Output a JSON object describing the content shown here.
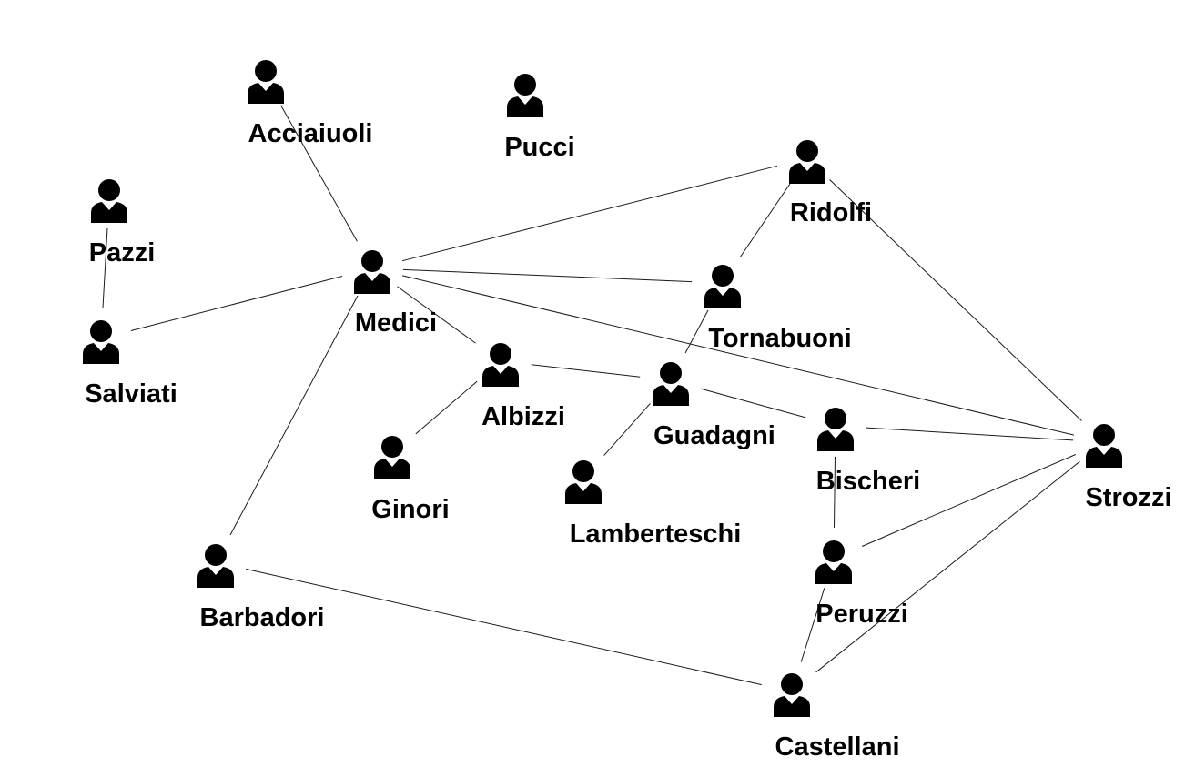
{
  "diagram": {
    "icon": "person-icon",
    "nodes": [
      {
        "id": "acciaiuoli",
        "label": "Acciaiuoli"
      },
      {
        "id": "pucci",
        "label": "Pucci"
      },
      {
        "id": "ridolfi",
        "label": "Ridolfi"
      },
      {
        "id": "pazzi",
        "label": "Pazzi"
      },
      {
        "id": "medici",
        "label": "Medici"
      },
      {
        "id": "tornabuoni",
        "label": "Tornabuoni"
      },
      {
        "id": "salviati",
        "label": "Salviati"
      },
      {
        "id": "albizzi",
        "label": "Albizzi"
      },
      {
        "id": "guadagni",
        "label": "Guadagni"
      },
      {
        "id": "bischeri",
        "label": "Bischeri"
      },
      {
        "id": "strozzi",
        "label": "Strozzi"
      },
      {
        "id": "ginori",
        "label": "Ginori"
      },
      {
        "id": "lamberteschi",
        "label": "Lamberteschi"
      },
      {
        "id": "barbadori",
        "label": "Barbadori"
      },
      {
        "id": "peruzzi",
        "label": "Peruzzi"
      },
      {
        "id": "castellani",
        "label": "Castellani"
      }
    ],
    "edges": [
      {
        "from": "acciaiuoli",
        "to": "medici"
      },
      {
        "from": "pazzi",
        "to": "salviati"
      },
      {
        "from": "salviati",
        "to": "medici"
      },
      {
        "from": "medici",
        "to": "ridolfi"
      },
      {
        "from": "medici",
        "to": "tornabuoni"
      },
      {
        "from": "medici",
        "to": "strozzi"
      },
      {
        "from": "medici",
        "to": "albizzi"
      },
      {
        "from": "medici",
        "to": "barbadori"
      },
      {
        "from": "ridolfi",
        "to": "tornabuoni"
      },
      {
        "from": "ridolfi",
        "to": "strozzi"
      },
      {
        "from": "tornabuoni",
        "to": "guadagni"
      },
      {
        "from": "albizzi",
        "to": "guadagni"
      },
      {
        "from": "albizzi",
        "to": "ginori"
      },
      {
        "from": "guadagni",
        "to": "bischeri"
      },
      {
        "from": "guadagni",
        "to": "lamberteschi"
      },
      {
        "from": "bischeri",
        "to": "strozzi"
      },
      {
        "from": "bischeri",
        "to": "peruzzi"
      },
      {
        "from": "peruzzi",
        "to": "strozzi"
      },
      {
        "from": "peruzzi",
        "to": "castellani"
      },
      {
        "from": "castellani",
        "to": "strozzi"
      },
      {
        "from": "barbadori",
        "to": "castellani"
      }
    ]
  }
}
